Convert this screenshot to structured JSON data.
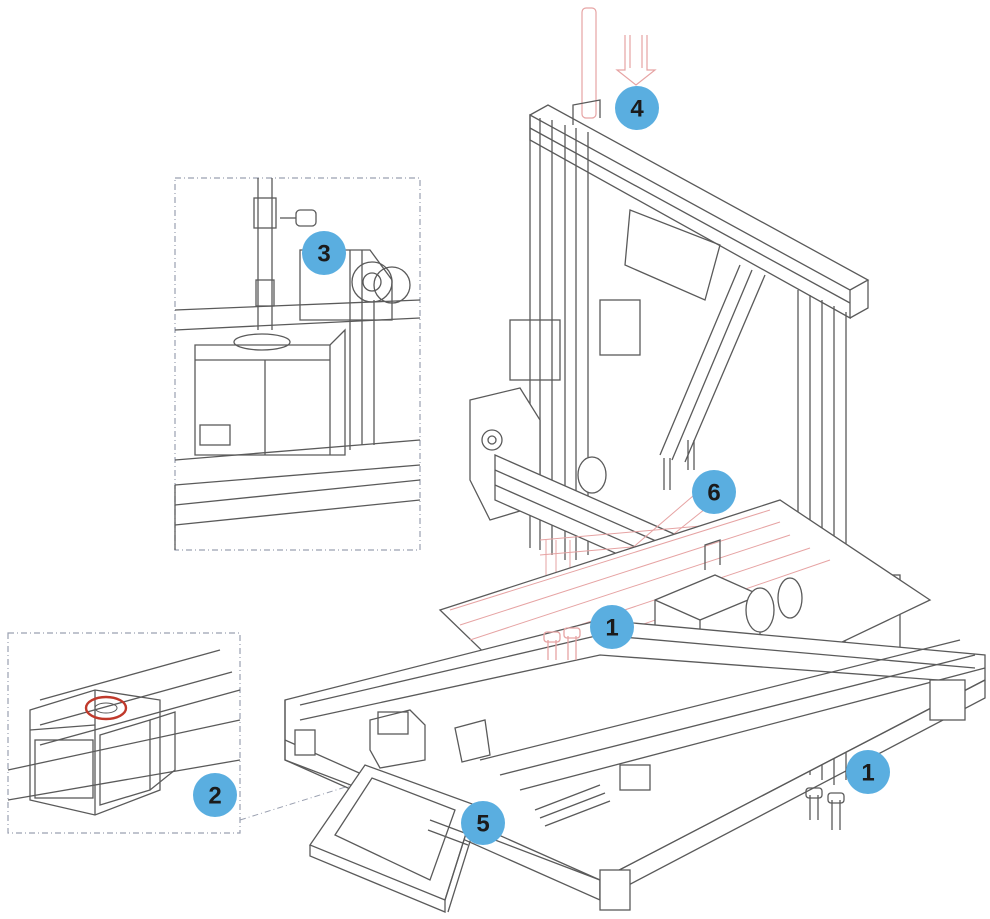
{
  "colors": {
    "callout_fill": "#5aaee0",
    "callout_text": "#1b1b1b",
    "line": "#5a5a5a",
    "accent_red": "#c0392b",
    "ghost_red": "#e6a3a3",
    "dash_frame": "#9aa0b0"
  },
  "callouts": [
    {
      "label": "1"
    },
    {
      "label": "1"
    },
    {
      "label": "2"
    },
    {
      "label": "3"
    },
    {
      "label": "4"
    },
    {
      "label": "5"
    },
    {
      "label": "6"
    }
  ]
}
